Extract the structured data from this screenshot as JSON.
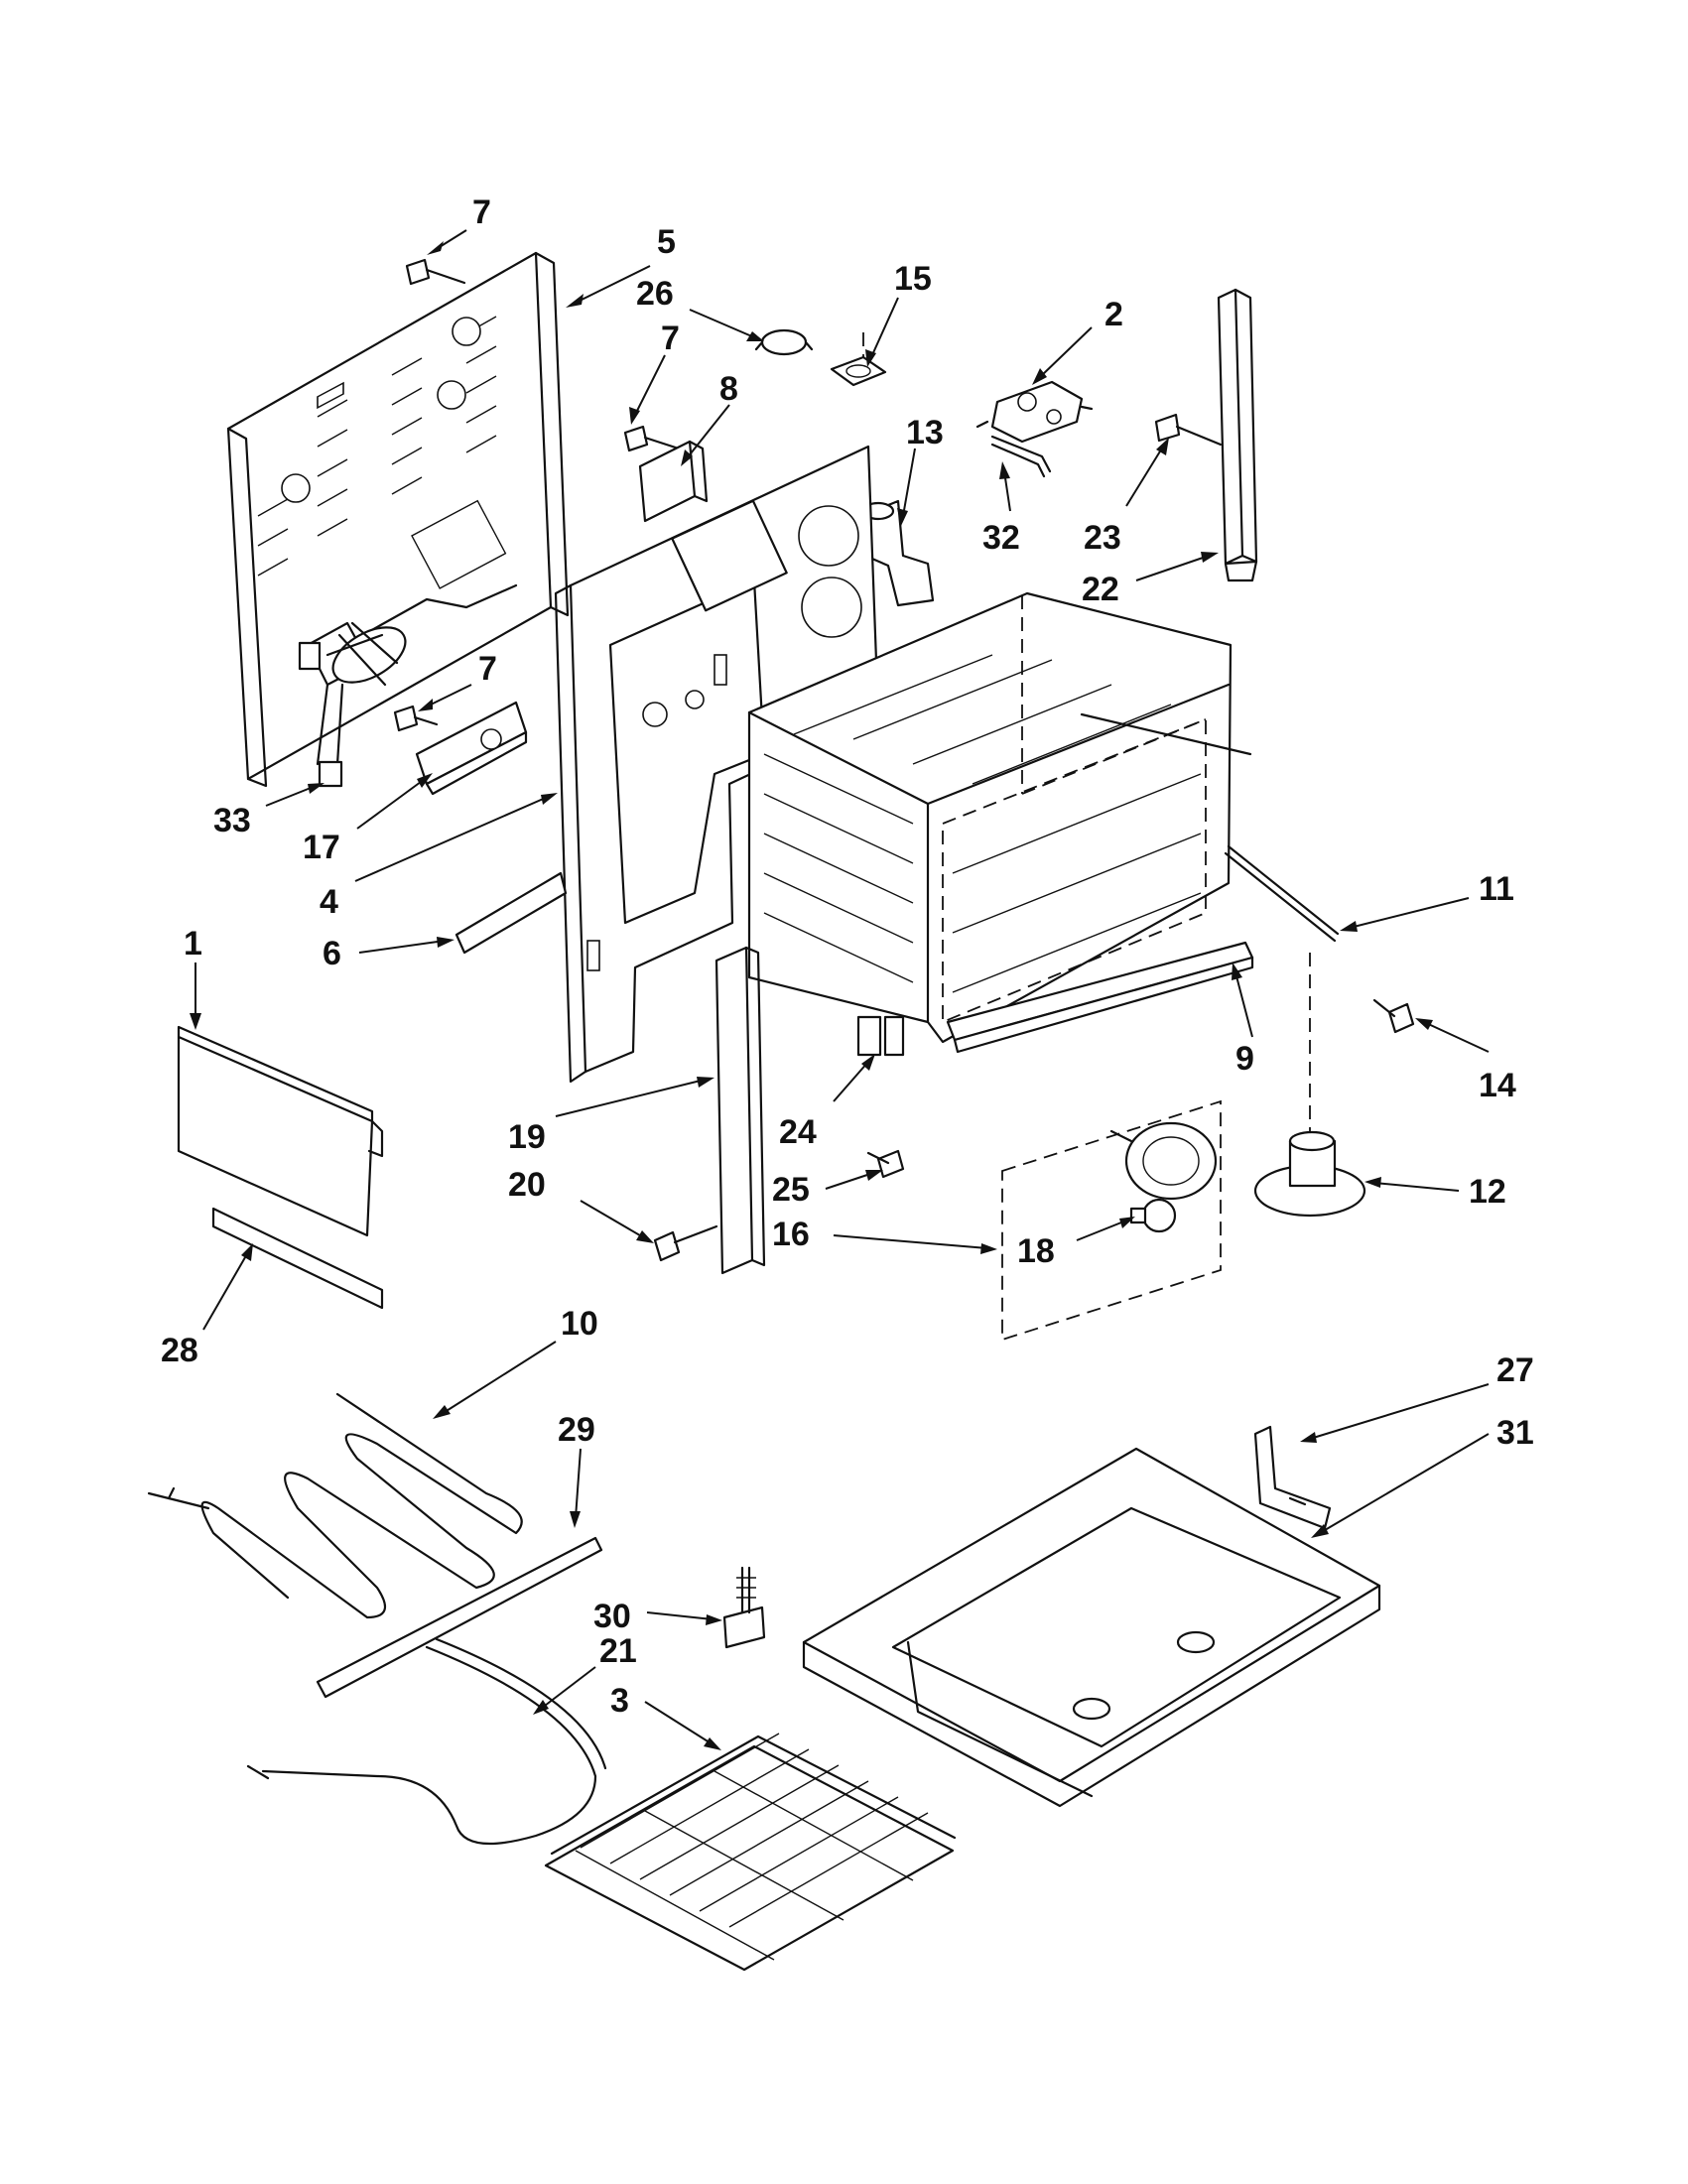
{
  "callouts": [
    {
      "id": "7a",
      "label": "7"
    },
    {
      "id": "5",
      "label": "5"
    },
    {
      "id": "26",
      "label": "26"
    },
    {
      "id": "15",
      "label": "15"
    },
    {
      "id": "2",
      "label": "2"
    },
    {
      "id": "7b",
      "label": "7"
    },
    {
      "id": "8",
      "label": "8"
    },
    {
      "id": "13",
      "label": "13"
    },
    {
      "id": "32",
      "label": "32"
    },
    {
      "id": "23",
      "label": "23"
    },
    {
      "id": "22",
      "label": "22"
    },
    {
      "id": "7c",
      "label": "7"
    },
    {
      "id": "33",
      "label": "33"
    },
    {
      "id": "17",
      "label": "17"
    },
    {
      "id": "4",
      "label": "4"
    },
    {
      "id": "6",
      "label": "6"
    },
    {
      "id": "11",
      "label": "11"
    },
    {
      "id": "1",
      "label": "1"
    },
    {
      "id": "14",
      "label": "14"
    },
    {
      "id": "9",
      "label": "9"
    },
    {
      "id": "19",
      "label": "19"
    },
    {
      "id": "24",
      "label": "24"
    },
    {
      "id": "20",
      "label": "20"
    },
    {
      "id": "25",
      "label": "25"
    },
    {
      "id": "12",
      "label": "12"
    },
    {
      "id": "16",
      "label": "16"
    },
    {
      "id": "18",
      "label": "18"
    },
    {
      "id": "28",
      "label": "28"
    },
    {
      "id": "10",
      "label": "10"
    },
    {
      "id": "27",
      "label": "27"
    },
    {
      "id": "29",
      "label": "29"
    },
    {
      "id": "31",
      "label": "31"
    },
    {
      "id": "30",
      "label": "30"
    },
    {
      "id": "21",
      "label": "21"
    },
    {
      "id": "3",
      "label": "3"
    }
  ]
}
